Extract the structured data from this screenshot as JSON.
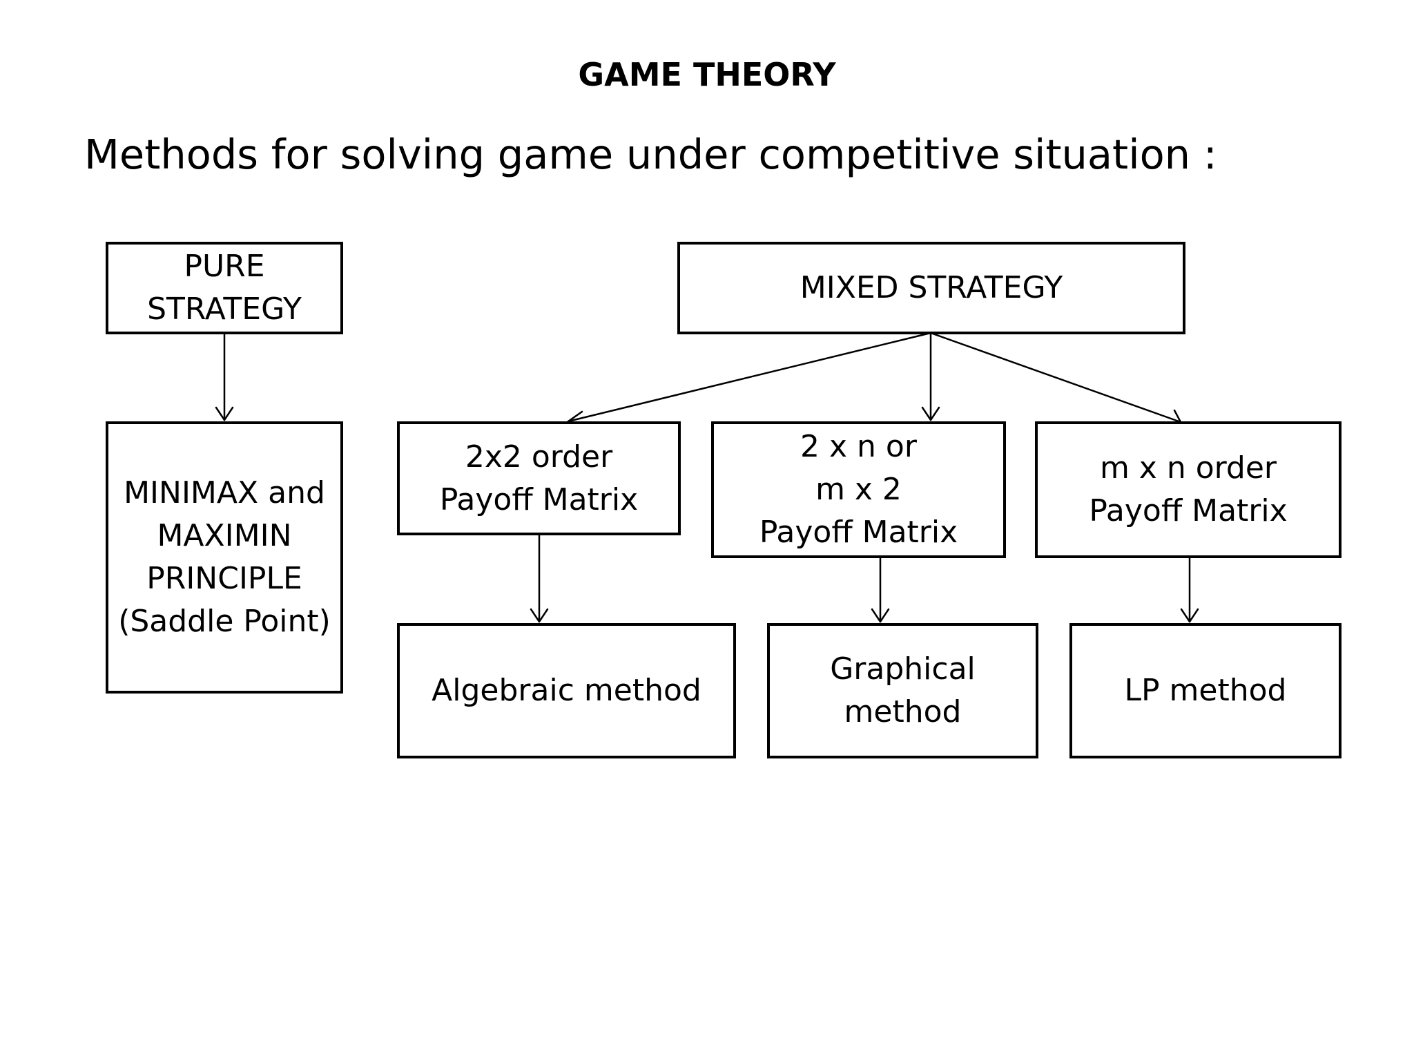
{
  "slide": {
    "heading": "GAME THEORY",
    "subheading": "Methods for solving game under competitive situation :"
  },
  "diagram": {
    "pure_strategy": "PURE\nSTRATEGY",
    "mixed_strategy": "MIXED STRATEGY",
    "minimax_maximin": "MINIMAX and\nMAXIMIN\nPRINCIPLE\n(Saddle Point)",
    "order_2x2": "2x2 order\nPayoff  Matrix",
    "order_2xn_mx2": "2 x n  or\nm  x 2\nPayoff  Matrix",
    "order_mxn": "m  x n  order\nPayoff  Matrix",
    "algebraic_method": "Algebraic method",
    "graphical_method": "Graphical\nmethod",
    "lp_method": "LP  method"
  },
  "colors": {
    "line": "#000000",
    "background": "#ffffff"
  }
}
